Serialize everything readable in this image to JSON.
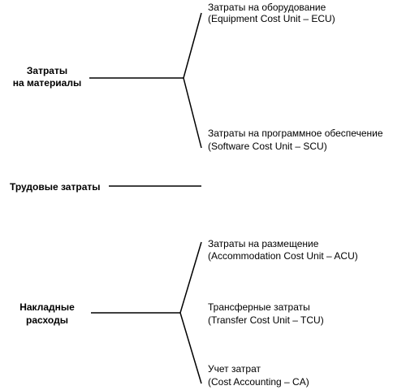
{
  "groups": [
    {
      "lines": [
        "Затраты",
        "на материалы"
      ],
      "children": [
        {
          "line1": "Затраты на оборудование",
          "line2": "(Equipment Cost Unit – ECU)"
        },
        {
          "line1": "Затраты на программное обеспечение",
          "line2": "(Software Cost Unit – SCU)"
        }
      ]
    },
    {
      "lines": [
        "Трудовые затраты"
      ],
      "children": []
    },
    {
      "lines": [
        "Накладные",
        "расходы"
      ],
      "children": [
        {
          "line1": "Затраты на размещение",
          "line2": "(Accommodation Cost Unit – ACU)"
        },
        {
          "line1": "Трансферные затраты",
          "line2": "(Transfer Cost Unit – TCU)"
        },
        {
          "line1": "Учет затрат",
          "line2": "(Cost Accounting – CA)"
        }
      ]
    }
  ]
}
